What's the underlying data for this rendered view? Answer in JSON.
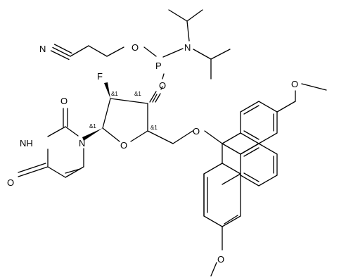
{
  "atoms": {
    "n_nitrile": "N",
    "o_cyanoethyl": "O",
    "p": "P",
    "n_amine": "N",
    "o_phosphite": "O",
    "f": "F",
    "o_ring": "O",
    "o_ether": "O",
    "o_methoxy_top": "O",
    "o_methoxy_bottom": "O",
    "nh": "NH",
    "n_ring": "N",
    "o_carbonyl_top": "O",
    "o_carbonyl_bottom": "O"
  },
  "stereo_labels": {
    "c2": "&1",
    "c3": "&1",
    "c1": "&1",
    "c4": "&1"
  }
}
